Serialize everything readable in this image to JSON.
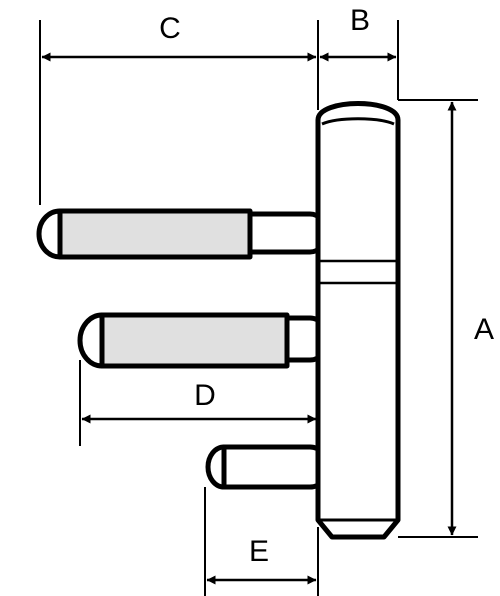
{
  "diagram": {
    "labels": {
      "a": "A",
      "b": "B",
      "c": "C",
      "d": "D",
      "e": "E"
    }
  },
  "colors": {
    "stroke": "#000000",
    "pin_fill": "#e0e0e0",
    "background": "#ffffff"
  }
}
